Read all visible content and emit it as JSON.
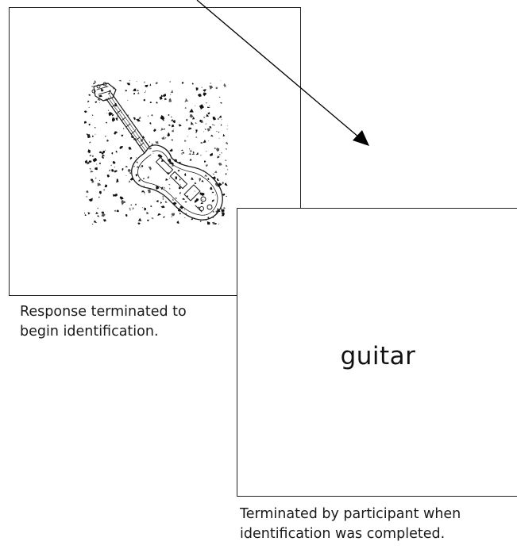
{
  "panels": [
    {
      "stimulus": "degraded-guitar-image",
      "caption": [
        "Response terminated to",
        "begin identification."
      ]
    },
    {
      "word": "guitar",
      "caption": [
        "Terminated by participant when",
        "identification was completed."
      ]
    }
  ],
  "colors": {
    "border": "#222222",
    "text": "#1a1a1a",
    "arrow": "#000000"
  }
}
